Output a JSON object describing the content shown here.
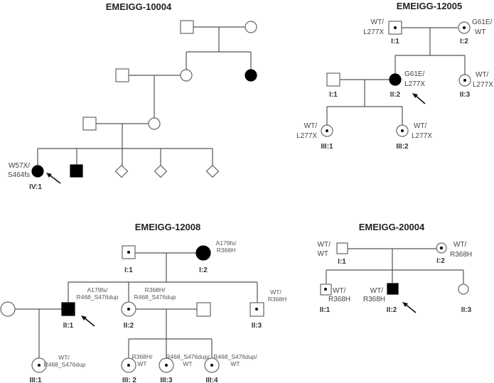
{
  "pedigrees": [
    {
      "id": "EMEIGG-10004",
      "title": "EMEIGG-10004",
      "individuals": [
        {
          "key": "g1m",
          "sex": "male",
          "status": "unaffected",
          "label": "",
          "genotype": []
        },
        {
          "key": "g1f",
          "sex": "female",
          "status": "unaffected",
          "label": "",
          "genotype": []
        },
        {
          "key": "g2m",
          "sex": "male",
          "status": "unaffected",
          "label": "",
          "genotype": []
        },
        {
          "key": "g2f",
          "sex": "female",
          "status": "unaffected",
          "label": "",
          "genotype": []
        },
        {
          "key": "g2aff",
          "sex": "female",
          "status": "affected",
          "label": "",
          "genotype": []
        },
        {
          "key": "g3m",
          "sex": "male",
          "status": "unaffected",
          "label": "",
          "genotype": []
        },
        {
          "key": "g3f",
          "sex": "female",
          "status": "unaffected",
          "label": "",
          "genotype": []
        },
        {
          "key": "IV1",
          "sex": "female",
          "status": "affected",
          "label": "IV:1",
          "genotype": [
            "W57X/",
            "S464fs"
          ],
          "proband": true
        },
        {
          "key": "IV2",
          "sex": "male",
          "status": "affected",
          "label": "",
          "genotype": []
        },
        {
          "key": "IV3",
          "sex": "unknown",
          "status": "unaffected",
          "label": "",
          "genotype": []
        },
        {
          "key": "IV4",
          "sex": "unknown",
          "status": "unaffected",
          "label": "",
          "genotype": []
        },
        {
          "key": "IV5",
          "sex": "unknown",
          "status": "unaffected",
          "label": "",
          "genotype": []
        }
      ]
    },
    {
      "id": "EMEIGG-12005",
      "title": "EMEIGG-12005",
      "individuals": [
        {
          "key": "I1",
          "sex": "male",
          "status": "carrier",
          "label": "I:1",
          "genotype": [
            "WT/",
            "L277X"
          ]
        },
        {
          "key": "I2",
          "sex": "female",
          "status": "carrier",
          "label": "I:2",
          "genotype": [
            "G61E/",
            "WT"
          ]
        },
        {
          "key": "sp",
          "sex": "male",
          "status": "unaffected",
          "label": "I:1",
          "genotype": []
        },
        {
          "key": "II2",
          "sex": "female",
          "status": "affected",
          "label": "II:2",
          "genotype": [
            "G61E/",
            "L277X"
          ],
          "proband": true
        },
        {
          "key": "II3",
          "sex": "female",
          "status": "carrier",
          "label": "II:3",
          "genotype": [
            "WT/",
            "L277X"
          ]
        },
        {
          "key": "III1",
          "sex": "female",
          "status": "carrier",
          "label": "III:1",
          "genotype": [
            "WT/",
            "L277X"
          ]
        },
        {
          "key": "III2",
          "sex": "female",
          "status": "carrier",
          "label": "III:2",
          "genotype": [
            "WT/",
            "L277X"
          ]
        }
      ]
    },
    {
      "id": "EMEIGG-12008",
      "title": "EMEIGG-12008",
      "individuals": [
        {
          "key": "I1",
          "sex": "male",
          "status": "carrier",
          "label": "I:1",
          "genotype": []
        },
        {
          "key": "I2",
          "sex": "female",
          "status": "affected",
          "label": "I:2",
          "genotype": [
            "A179fs/",
            "R368H"
          ]
        },
        {
          "key": "sp1",
          "sex": "female",
          "status": "unaffected",
          "label": "",
          "genotype": []
        },
        {
          "key": "II1",
          "sex": "male",
          "status": "affected",
          "label": "II:1",
          "genotype": [
            "A179fs/",
            "R468_S476dup"
          ],
          "proband": true
        },
        {
          "key": "II2",
          "sex": "female",
          "status": "carrier",
          "label": "II:2",
          "genotype": [
            "R368H/",
            "R468_S476dup"
          ]
        },
        {
          "key": "sp2",
          "sex": "male",
          "status": "unaffected",
          "label": "",
          "genotype": []
        },
        {
          "key": "II3",
          "sex": "male",
          "status": "carrier",
          "label": "II:3",
          "genotype": [
            "WT/",
            "R368H"
          ]
        },
        {
          "key": "III1",
          "sex": "female",
          "status": "carrier",
          "label": "III:1",
          "genotype": [
            "WT/",
            "R468_S476dup"
          ]
        },
        {
          "key": "III2",
          "sex": "female",
          "status": "carrier",
          "label": "III: 2",
          "genotype": [
            "R368H/",
            "WT"
          ]
        },
        {
          "key": "III3",
          "sex": "female",
          "status": "carrier",
          "label": "III:3",
          "genotype": [
            "R468_S476dup/",
            "WT"
          ]
        },
        {
          "key": "III4",
          "sex": "female",
          "status": "carrier",
          "label": "III:4",
          "genotype": [
            "R468_S476dup/",
            "WT"
          ]
        }
      ]
    },
    {
      "id": "EMEIGG-20004",
      "title": "EMEIGG-20004",
      "individuals": [
        {
          "key": "I1",
          "sex": "male",
          "status": "unaffected",
          "label": "I:1",
          "genotype": [
            "WT/",
            "WT"
          ]
        },
        {
          "key": "I2",
          "sex": "female",
          "status": "carrier",
          "label": "I:2",
          "genotype": [
            "WT/",
            "R368H"
          ]
        },
        {
          "key": "II1",
          "sex": "male",
          "status": "carrier",
          "label": "II:1",
          "genotype": [
            "WT/",
            "R368H"
          ]
        },
        {
          "key": "II2",
          "sex": "male",
          "status": "affected",
          "label": "II:2",
          "genotype": [
            "WT/",
            "R368H"
          ],
          "proband": true
        },
        {
          "key": "II3",
          "sex": "female",
          "status": "unaffected",
          "label": "II:3",
          "genotype": []
        }
      ]
    }
  ]
}
